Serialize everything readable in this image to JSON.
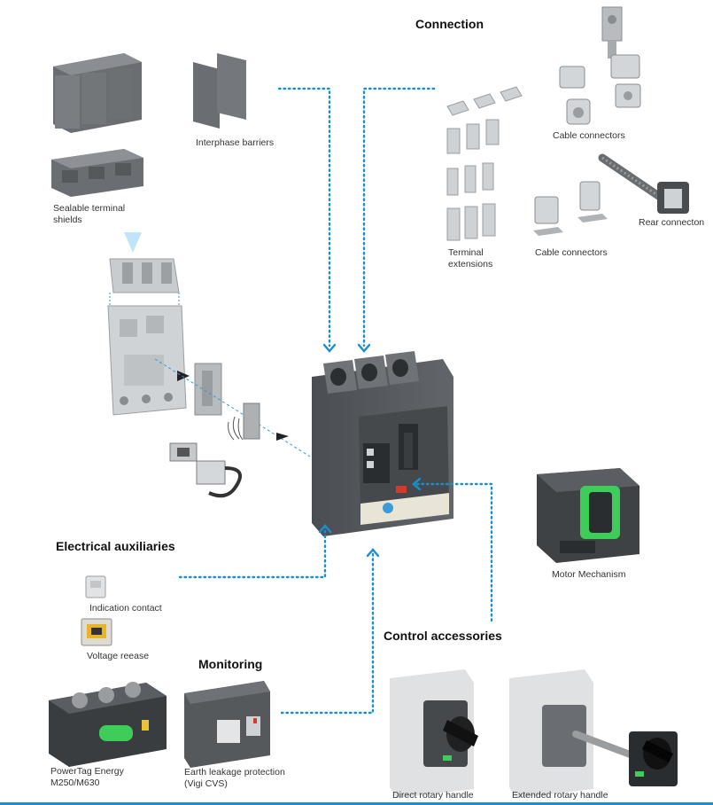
{
  "headings": {
    "connection": "Connection",
    "electrical_auxiliaries": "Electrical auxiliaries",
    "monitoring": "Monitoring",
    "control_accessories": "Control accessories"
  },
  "labels": {
    "interphase_barriers": "Interphase barriers",
    "sealable_terminal_shields": "Sealable terminal shields",
    "cable_connectors_top": "Cable connectors",
    "terminal_extensions": "Terminal extensions",
    "rear_connector": "Rear connecton",
    "cable_connectors_bottom": "Cable connectors",
    "motor_mechanism": "Motor Mechanism",
    "indication_contact": "Indication contact",
    "voltage_release": "Voltage reease",
    "powertag_energy": "PowerTag Energy M250/M630",
    "earth_leakage": "Earth leakage protection (Vigi CVS)",
    "direct_rotary_handle": "Direct rotary handle",
    "extended_rotary_handle": "Extended rotary handle"
  },
  "colors": {
    "accent": "#1a8fd0",
    "device": "#55595d",
    "device_dark": "#3d4145",
    "part_light": "#c9ccce",
    "brand_green": "#3dcd58"
  }
}
